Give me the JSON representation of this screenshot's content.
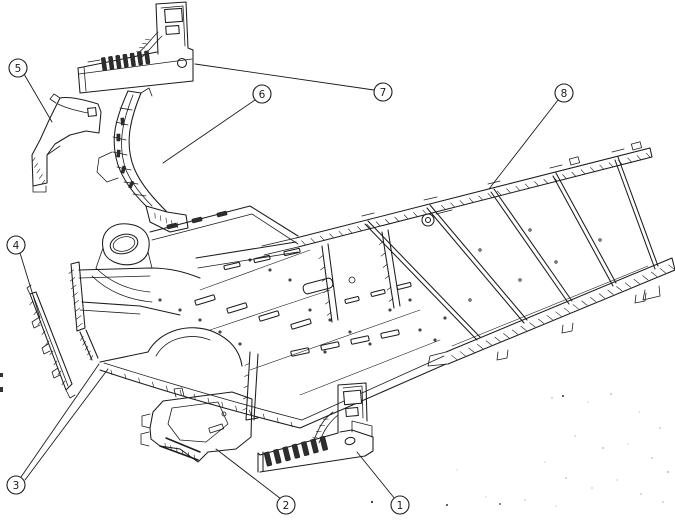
{
  "figure": {
    "type": "exploded-parts-diagram",
    "subject": "vehicle-frame-and-body-panels",
    "colors": {
      "line": "#1c1c1c",
      "background": "#ffffff",
      "noise": "#8f8f8f"
    },
    "callouts": [
      {
        "number": "1"
      },
      {
        "number": "2"
      },
      {
        "number": "3"
      },
      {
        "number": "4"
      },
      {
        "number": "5"
      },
      {
        "number": "6"
      },
      {
        "number": "7"
      },
      {
        "number": "8"
      }
    ]
  }
}
